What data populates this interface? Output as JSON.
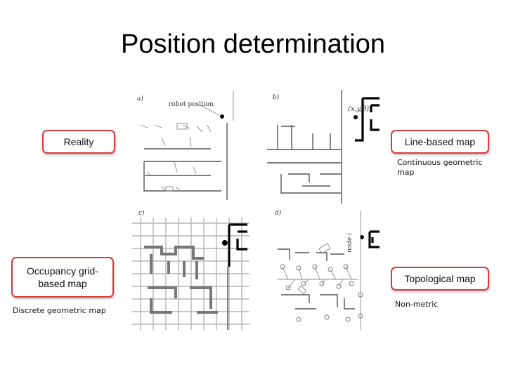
{
  "slide": {
    "title": "Position determination"
  },
  "labels": {
    "reality": "Reality",
    "line_based": "Line-based map",
    "line_based_sub": "Continuous geometric map",
    "occupancy": "Occupancy grid-based map",
    "occupancy_sub": "Discrete geometric map",
    "topological": "Topological map",
    "topological_sub": "Non-metric"
  },
  "figure": {
    "panel_a": "a)",
    "panel_b": "b)",
    "panel_c": "c)",
    "panel_d": "d)",
    "robot_position": "robot position",
    "pose": "(x,y,θ)",
    "node": "node i"
  }
}
